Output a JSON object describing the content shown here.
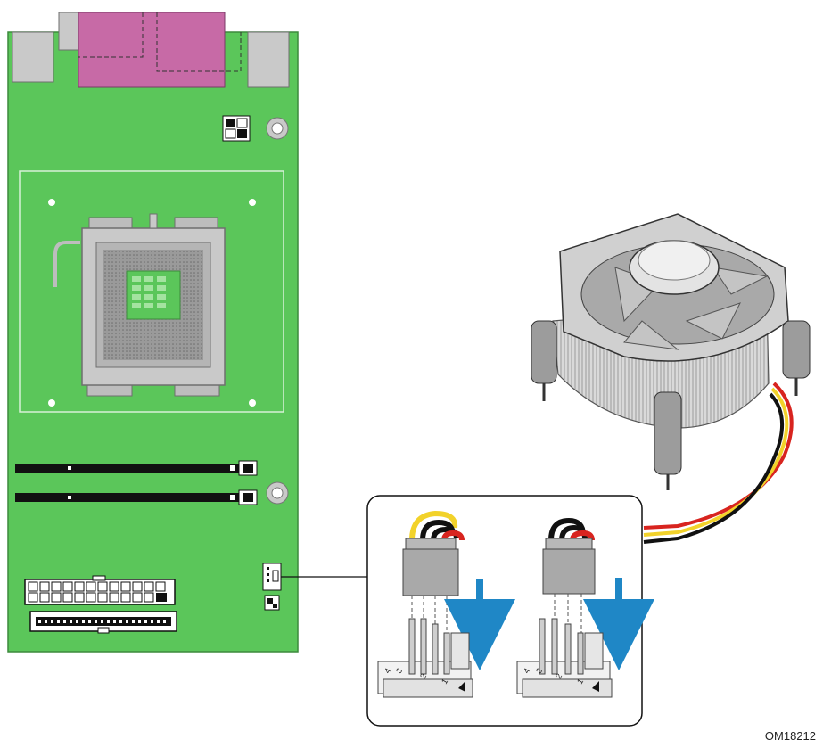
{
  "figure_id": "OM18212",
  "connectors": {
    "four_pin": [
      "4",
      "3",
      "2",
      "1"
    ],
    "three_pin": [
      "4",
      "3",
      "2",
      "1"
    ]
  },
  "colors": {
    "board": "#5bc65a",
    "board_edge": "#3c8a3c",
    "io_pink": "#c76aa6",
    "wire_yellow": "#f2d22a",
    "wire_black": "#111111",
    "wire_red": "#d8241f",
    "arrow": "#1f87c6"
  }
}
